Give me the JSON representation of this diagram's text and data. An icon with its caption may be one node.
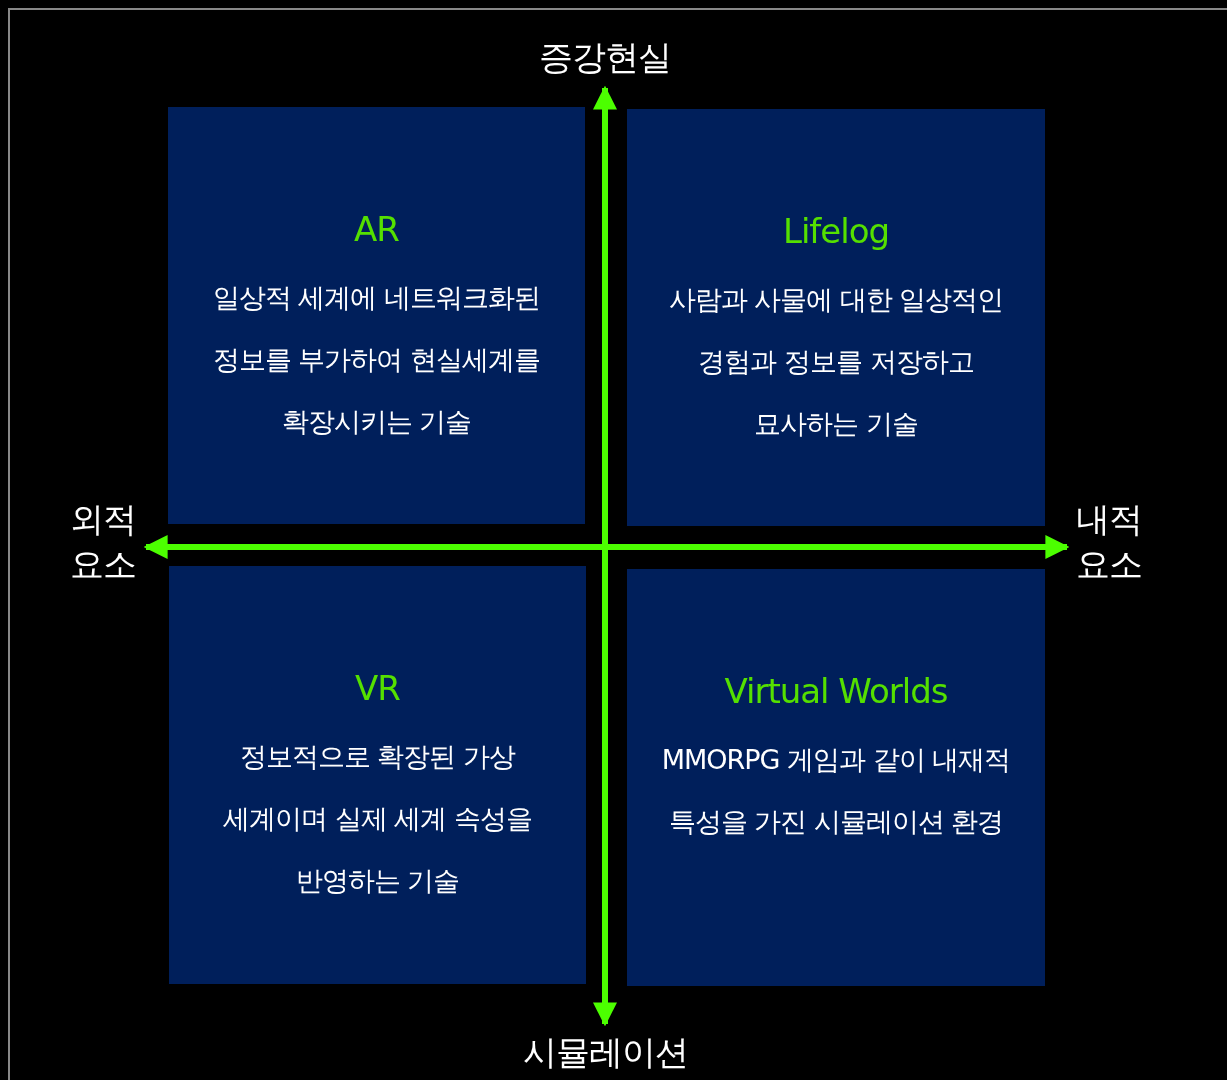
{
  "diagram": {
    "nodes": [
      {
        "text": [
          "AR",
          "일상적 세계에 네트워크화된 정보를 부가하여 현실세계를 확장시키는 기술"
        ]
      },
      {
        "text": [
          "Lifelog",
          "사람과 사물에 대한 일상적인 경험과 정보를 저장하고 묘사하는 기술"
        ]
      },
      {
        "text": [
          "VR",
          "정보적으로 확장된 가상 세계이며 실제 세계 속성을 반영하는 기술"
        ]
      },
      {
        "text": [
          "Virtual Worlds",
          "MMORPG 게임과 같이 내재적 특성을 가진 시뮬레이션 환경"
        ]
      },
      {
        "text": [
          "증강현실"
        ]
      },
      {
        "text": [
          "외적 요소"
        ]
      },
      {
        "text": [
          "내적 요소"
        ]
      },
      {
        "text": [
          "시뮬레이션"
        ]
      }
    ],
    "edges": [
      {
        "from": 4,
        "to": 7,
        "arrow": "both"
      },
      {
        "from": 5,
        "to": 6,
        "arrow": "both"
      }
    ]
  }
}
